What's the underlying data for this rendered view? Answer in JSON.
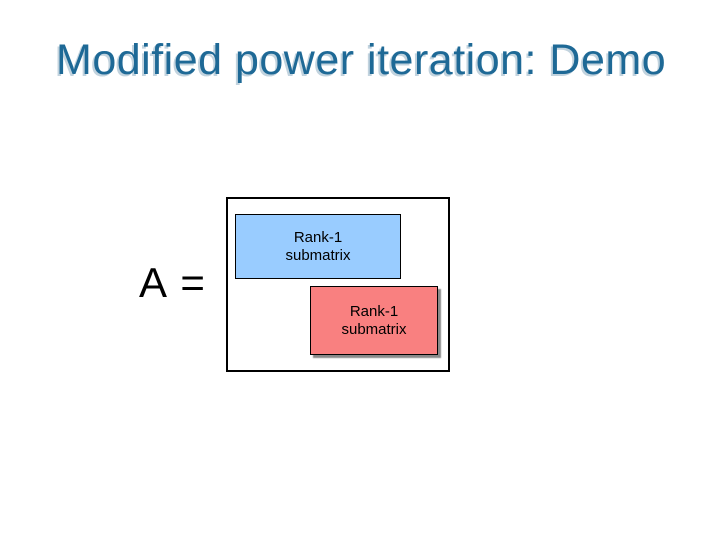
{
  "slide": {
    "title": "Modified power iteration: Demo",
    "equation_label": "A =",
    "matrix": {
      "top_left_block": {
        "label": "Rank-1\nsubmatrix"
      },
      "bottom_right_block": {
        "label": "Rank-1\nsubmatrix"
      }
    },
    "colors": {
      "title": "#1e6996",
      "title_shadow": "#c2d3de",
      "blue_fill": "#99ccff",
      "red_fill": "#f98080",
      "border": "#000000",
      "background": "#ffffff"
    }
  }
}
